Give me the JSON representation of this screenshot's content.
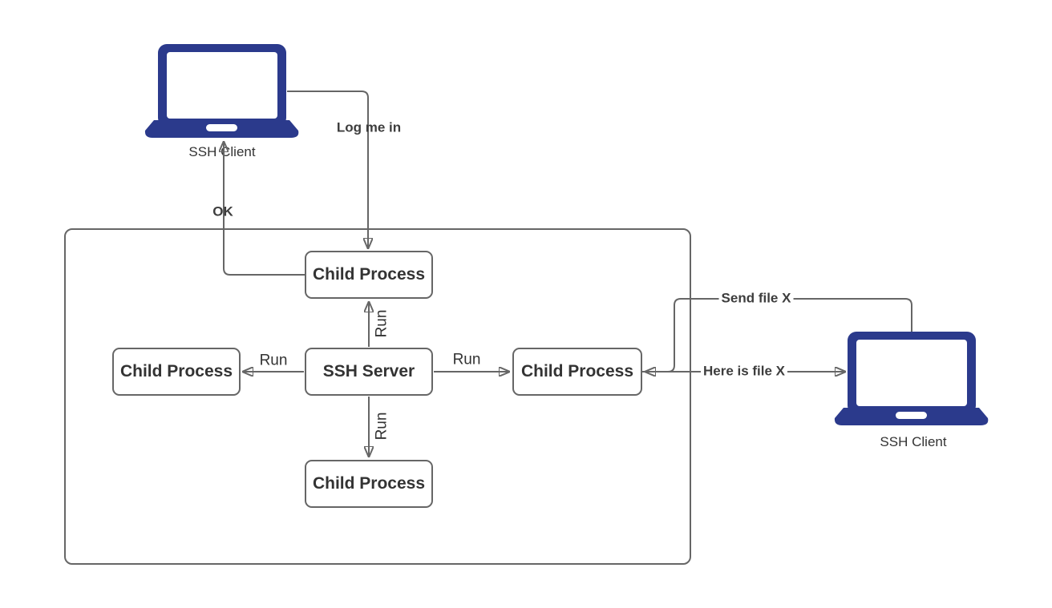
{
  "colors": {
    "line": "#666666",
    "box_border": "#666666",
    "text": "#333333",
    "laptop": "#2b3a8c",
    "background": "#ffffff"
  },
  "nodes": {
    "client_left": {
      "label": "SSH Client",
      "type": "laptop-icon"
    },
    "client_right": {
      "label": "SSH Client",
      "type": "laptop-icon"
    },
    "child_top": {
      "label": "Child Process",
      "type": "rounded-box"
    },
    "child_left": {
      "label": "Child Process",
      "type": "rounded-box"
    },
    "child_right": {
      "label": "Child Process",
      "type": "rounded-box"
    },
    "child_bottom": {
      "label": "Child Process",
      "type": "rounded-box"
    },
    "ssh_server": {
      "label": "SSH Server",
      "type": "rounded-box"
    }
  },
  "edges": {
    "log_me_in": {
      "label": "Log me in",
      "from": "client_left",
      "to": "child_top"
    },
    "ok": {
      "label": "OK",
      "from": "child_top",
      "to": "client_left"
    },
    "run_up": {
      "label": "Run",
      "from": "ssh_server",
      "to": "child_top"
    },
    "run_left": {
      "label": "Run",
      "from": "ssh_server",
      "to": "child_left"
    },
    "run_right": {
      "label": "Run",
      "from": "ssh_server",
      "to": "child_right"
    },
    "run_down": {
      "label": "Run",
      "from": "ssh_server",
      "to": "child_bottom"
    },
    "send_file_x": {
      "label": "Send file X",
      "from": "client_right",
      "to": "child_right"
    },
    "here_is_file_x": {
      "label": "Here is file X",
      "from": "child_right",
      "to": "client_right"
    }
  }
}
